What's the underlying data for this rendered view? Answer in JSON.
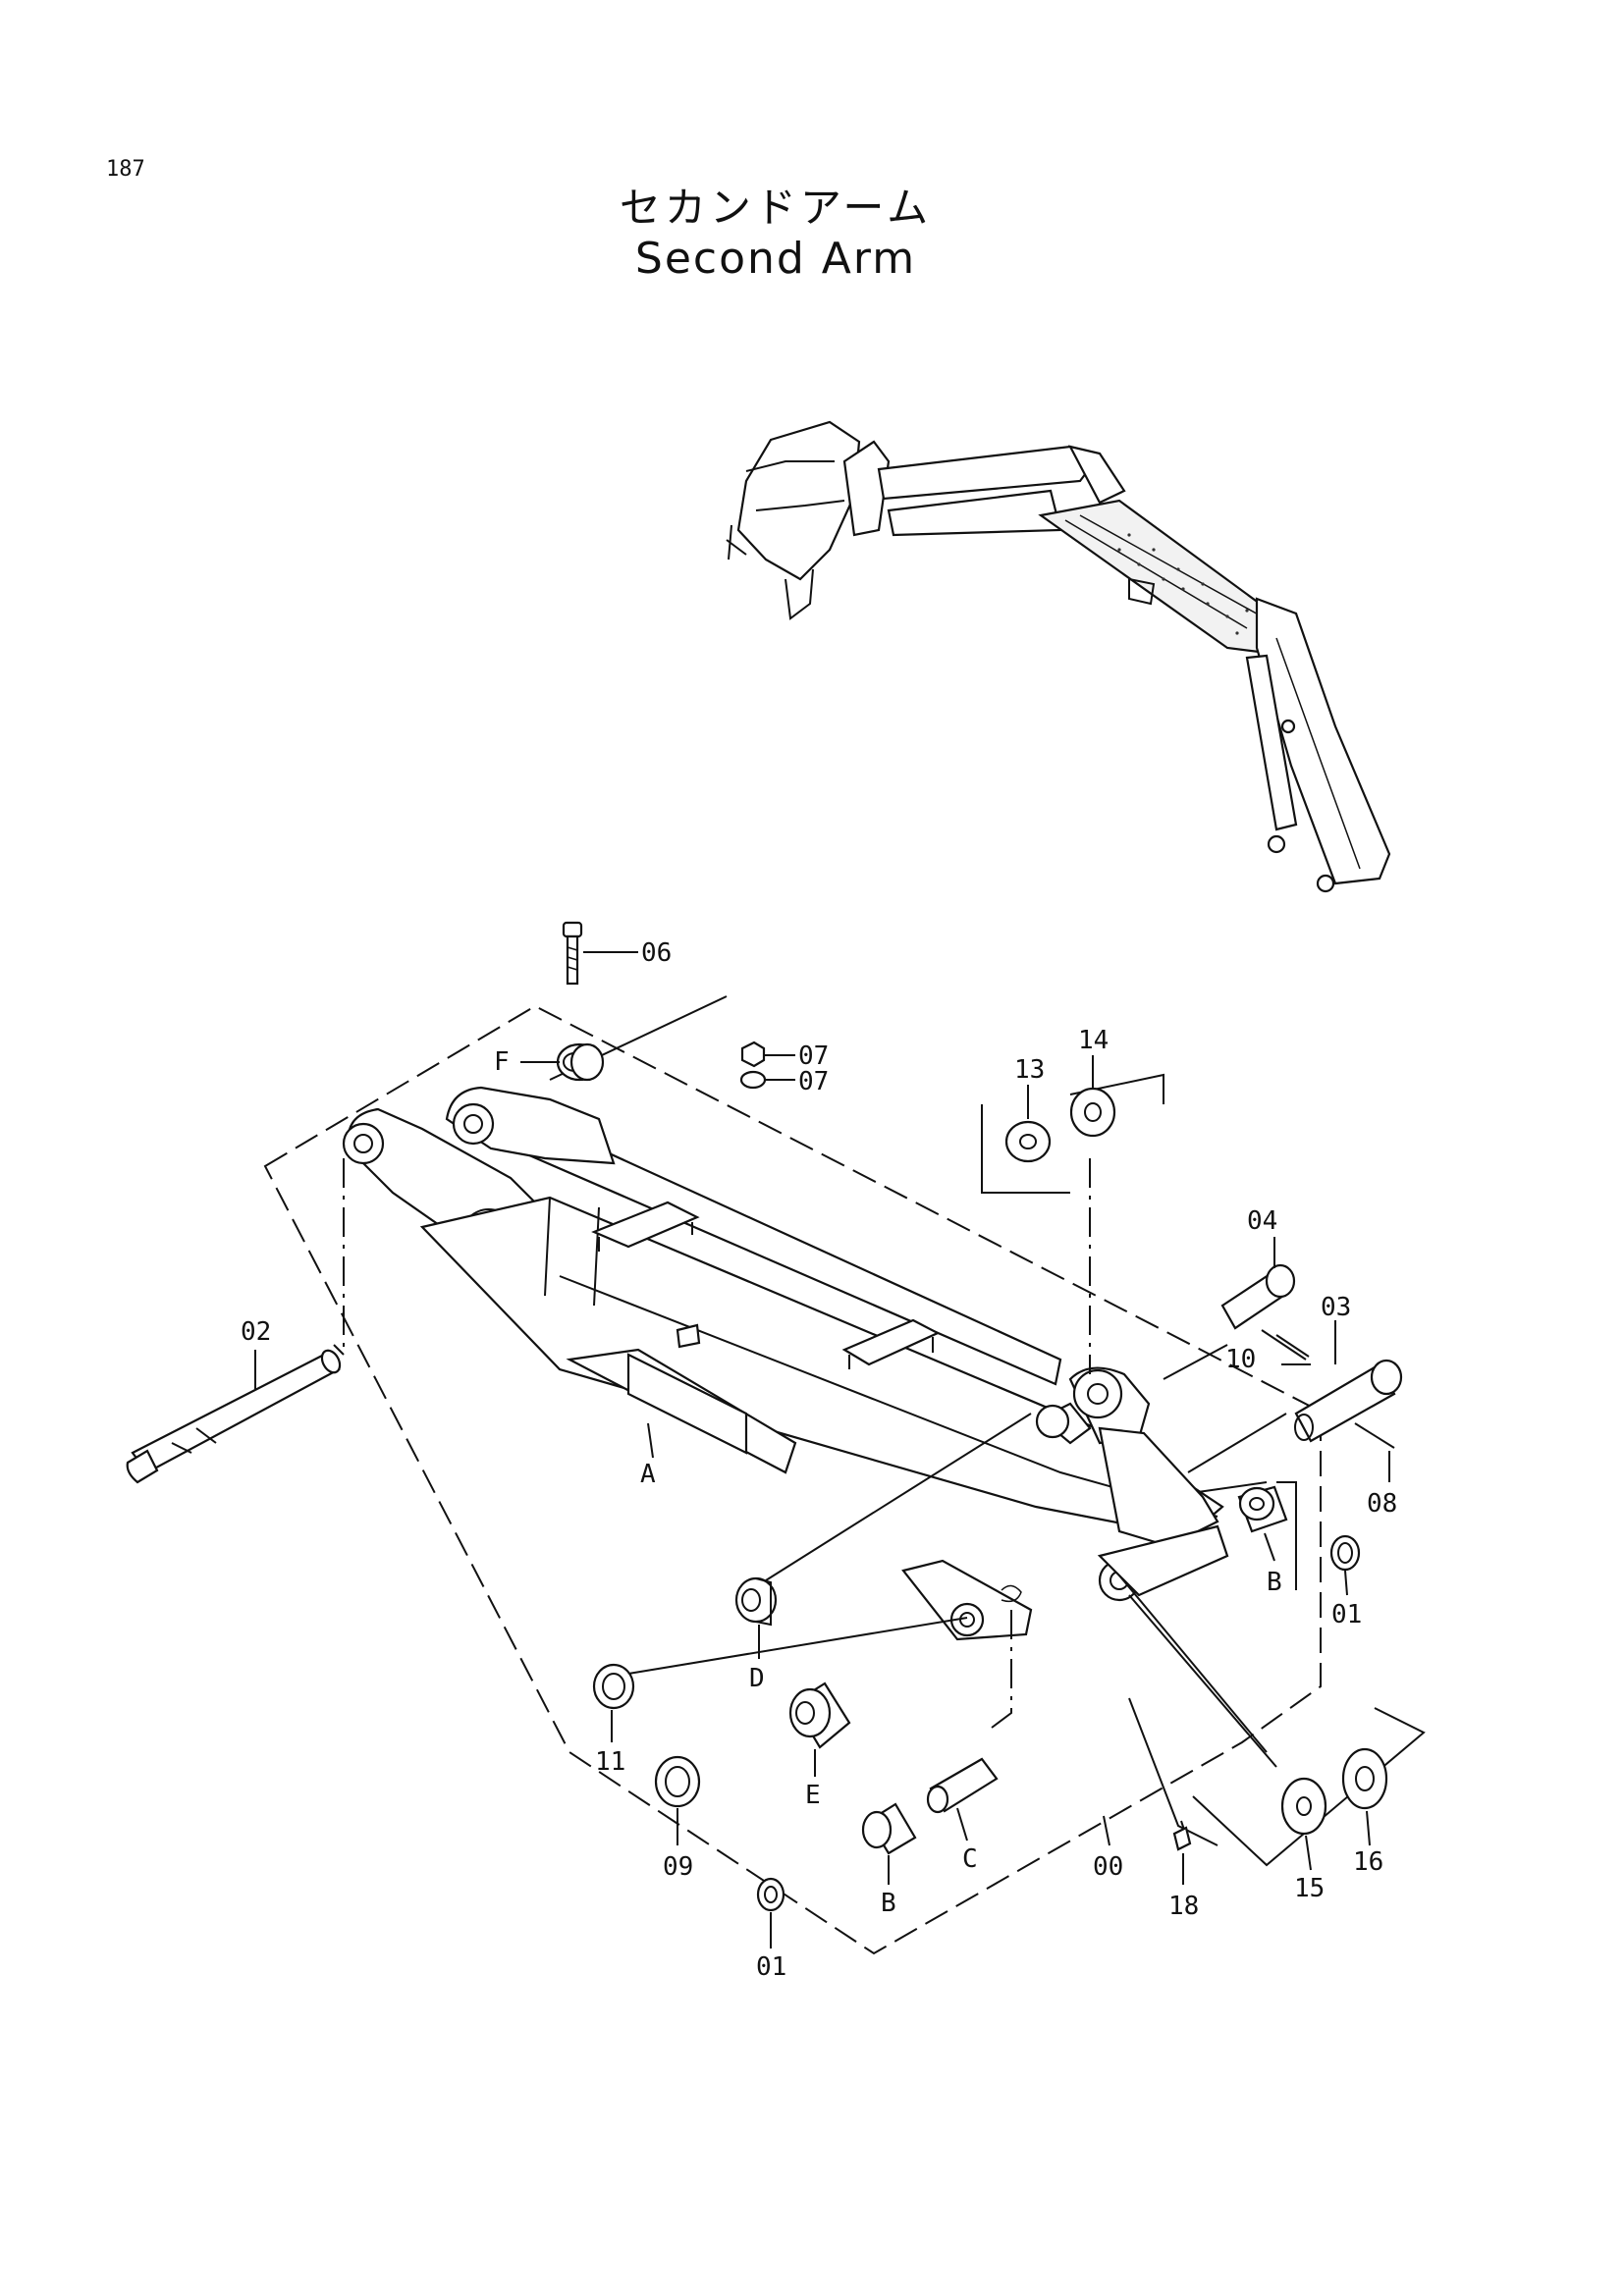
{
  "page_number": "187",
  "title_ja": "セカンドアーム",
  "title_en": "Second Arm",
  "callouts": {
    "c00": "00",
    "c01a": "01",
    "c01b": "01",
    "c02": "02",
    "c03": "03",
    "c04": "04",
    "c06": "06",
    "c07a": "07",
    "c07b": "07",
    "c08": "08",
    "c09": "09",
    "c10": "10",
    "c11": "11",
    "c13": "13",
    "c14": "14",
    "c15": "15",
    "c16": "16",
    "c18": "18",
    "cA": "A",
    "cBa": "B",
    "cBb": "B",
    "cC": "C",
    "cD": "D",
    "cE": "E",
    "cF": "F"
  }
}
